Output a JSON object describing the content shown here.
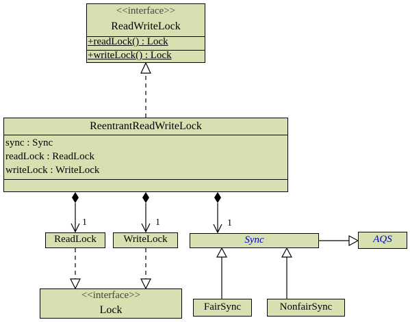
{
  "interface_rwl": {
    "stereotype": "<<interface>>",
    "name": "ReadWriteLock",
    "ops": [
      "+readLock() : Lock",
      "+writeLock() : Lock"
    ]
  },
  "reentrant": {
    "name": "ReentrantReadWriteLock",
    "attrs": [
      "sync : Sync",
      "readLock : ReadLock",
      "writeLock : WriteLock"
    ]
  },
  "readlock": {
    "name": "ReadLock"
  },
  "writelock": {
    "name": "WriteLock"
  },
  "sync": {
    "name": "Sync"
  },
  "aqs": {
    "name": "AQS"
  },
  "lock": {
    "stereotype": "<<interface>>",
    "name": "Lock"
  },
  "fairsync": {
    "name": "FairSync"
  },
  "nonfairsync": {
    "name": "NonfairSync"
  },
  "multiplicity": {
    "readlock": "1",
    "writelock": "1",
    "sync": "1"
  },
  "colors": {
    "box_fill": "#d6e0b0",
    "abstract_text": "#0000e0"
  }
}
